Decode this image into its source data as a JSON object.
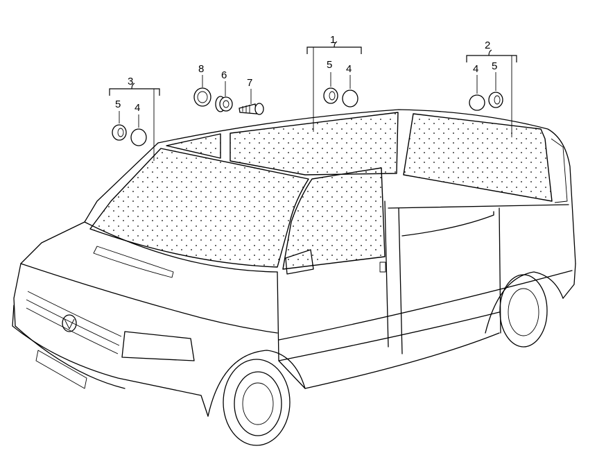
{
  "callouts": {
    "g1": "1",
    "g2": "2",
    "g3": "3",
    "g1_a": "5",
    "g1_b": "4",
    "g2_a": "4",
    "g2_b": "5",
    "g3_a": "5",
    "g3_b": "4",
    "p8": "8",
    "p6": "6",
    "p7": "7"
  }
}
